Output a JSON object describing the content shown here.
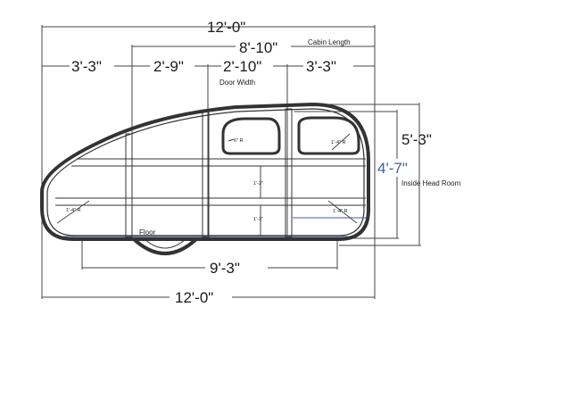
{
  "dimensions": {
    "overall_top": "12'-0\"",
    "cabin_length": "8'-10\"",
    "cabin_length_label": "Cabin Length",
    "seg_front": "3'-3\"",
    "seg_2": "2'-9\"",
    "seg_door": "2'-10\"",
    "door_label": "Door Width",
    "seg_rear": "3'-3\"",
    "height_outside": "5'-3\"",
    "height_inside": "4'-7\"",
    "head_room_label": "Inside Head Room",
    "floor_label": "Floor",
    "floor_length": "9'-3\"",
    "overall_bottom": "12'-0\""
  },
  "small_labels": {
    "window_radius": "6\" R",
    "corner_radius_rear_top": "1'-4\" R",
    "corner_radius_front_bottom": "1'-4\" R",
    "corner_radius_rear_bottom": "1'-4\" R",
    "rib_upper": "1'-2\"",
    "rib_lower": "1'-3\""
  },
  "colors": {
    "line": "#444444",
    "accent": "#4a5a9a"
  }
}
